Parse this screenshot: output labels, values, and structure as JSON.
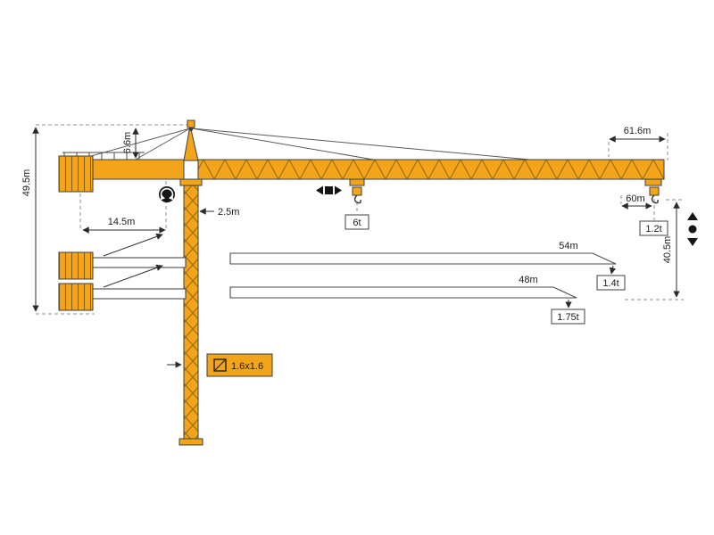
{
  "labels": {
    "total_height": "49.5m",
    "head_height": "6.6m",
    "counter_jib_radius": "14.5m",
    "mast_offset": "2.5m",
    "jib_length_max": "61.6m",
    "hook_height": "60m",
    "tip_height": "40.5m",
    "jib_length_mid": "54m",
    "jib_length_short": "48m",
    "load_max": "6t",
    "tip_load_max_jib": "1.2t",
    "tip_load_mid_jib": "1.4t",
    "tip_load_short_jib": "1.75t",
    "mast_section": "1.6x1.6"
  },
  "colors": {
    "crane_orange": "#F2A51B",
    "truss_detail": "#9a6b0c",
    "outline": "#3f3f3f",
    "dimension_line": "#2b2b2b",
    "extension_dash": "#8c8c8c",
    "white_part": "#ffffff"
  }
}
